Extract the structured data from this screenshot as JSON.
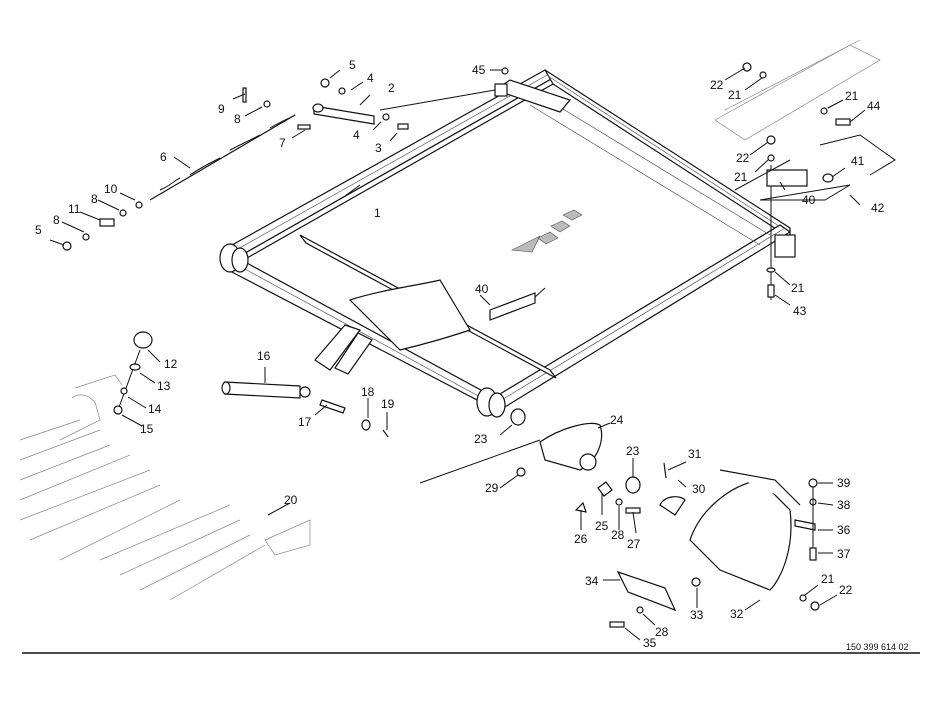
{
  "diagram": {
    "title": "Exploded parts diagram - frame assembly",
    "document_number": "150 399 614 02",
    "callouts": [
      {
        "id": "c1",
        "label": "1"
      },
      {
        "id": "c2",
        "label": "2"
      },
      {
        "id": "c3",
        "label": "3"
      },
      {
        "id": "c4a",
        "label": "4"
      },
      {
        "id": "c4b",
        "label": "4"
      },
      {
        "id": "c5a",
        "label": "5"
      },
      {
        "id": "c5b",
        "label": "5"
      },
      {
        "id": "c6",
        "label": "6"
      },
      {
        "id": "c7",
        "label": "7"
      },
      {
        "id": "c8a",
        "label": "8"
      },
      {
        "id": "c8b",
        "label": "8"
      },
      {
        "id": "c8c",
        "label": "8"
      },
      {
        "id": "c9",
        "label": "9"
      },
      {
        "id": "c10",
        "label": "10"
      },
      {
        "id": "c11",
        "label": "11"
      },
      {
        "id": "c12",
        "label": "12"
      },
      {
        "id": "c13",
        "label": "13"
      },
      {
        "id": "c14",
        "label": "14"
      },
      {
        "id": "c15",
        "label": "15"
      },
      {
        "id": "c16",
        "label": "16"
      },
      {
        "id": "c17",
        "label": "17"
      },
      {
        "id": "c18",
        "label": "18"
      },
      {
        "id": "c19",
        "label": "19"
      },
      {
        "id": "c20",
        "label": "20"
      },
      {
        "id": "c21a",
        "label": "21"
      },
      {
        "id": "c21b",
        "label": "21"
      },
      {
        "id": "c21c",
        "label": "21"
      },
      {
        "id": "c21d",
        "label": "21"
      },
      {
        "id": "c21e",
        "label": "21"
      },
      {
        "id": "c22a",
        "label": "22"
      },
      {
        "id": "c22b",
        "label": "22"
      },
      {
        "id": "c22c",
        "label": "22"
      },
      {
        "id": "c23a",
        "label": "23"
      },
      {
        "id": "c23b",
        "label": "23"
      },
      {
        "id": "c24",
        "label": "24"
      },
      {
        "id": "c25",
        "label": "25"
      },
      {
        "id": "c26",
        "label": "26"
      },
      {
        "id": "c27",
        "label": "27"
      },
      {
        "id": "c28a",
        "label": "28"
      },
      {
        "id": "c28b",
        "label": "28"
      },
      {
        "id": "c29",
        "label": "29"
      },
      {
        "id": "c30",
        "label": "30"
      },
      {
        "id": "c31",
        "label": "31"
      },
      {
        "id": "c32",
        "label": "32"
      },
      {
        "id": "c33",
        "label": "33"
      },
      {
        "id": "c34",
        "label": "34"
      },
      {
        "id": "c35",
        "label": "35"
      },
      {
        "id": "c36",
        "label": "36"
      },
      {
        "id": "c37",
        "label": "37"
      },
      {
        "id": "c38",
        "label": "38"
      },
      {
        "id": "c39",
        "label": "39"
      },
      {
        "id": "c40a",
        "label": "40"
      },
      {
        "id": "c40b",
        "label": "40"
      },
      {
        "id": "c41",
        "label": "41"
      },
      {
        "id": "c42",
        "label": "42"
      },
      {
        "id": "c43",
        "label": "43"
      },
      {
        "id": "c44",
        "label": "44"
      },
      {
        "id": "c45",
        "label": "45"
      }
    ]
  }
}
